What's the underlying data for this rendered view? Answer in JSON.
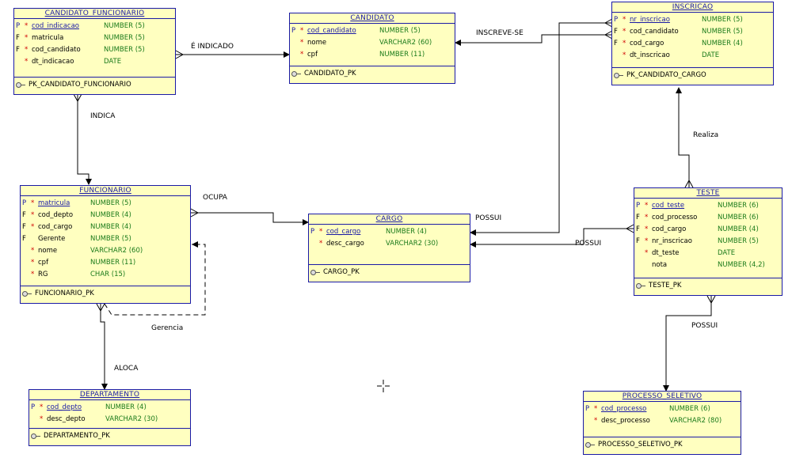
{
  "entities": {
    "candidato_funcionario": {
      "title": "CANDIDATO_FUNCIONARIO",
      "rows": [
        {
          "key": "P",
          "req": "*",
          "name": "cod_indicacao",
          "type": "NUMBER (5)",
          "pk": true
        },
        {
          "key": "F",
          "req": "*",
          "name": "matricula",
          "type": "NUMBER (5)",
          "pk": false
        },
        {
          "key": "F",
          "req": "*",
          "name": "cod_candidato",
          "type": "NUMBER (5)",
          "pk": false
        },
        {
          "key": "",
          "req": "*",
          "name": "dt_indicacao",
          "type": "DATE",
          "pk": false
        }
      ],
      "pk": "PK_CANDIDATO_FUNCIONARIO"
    },
    "candidato": {
      "title": "CANDIDATO",
      "rows": [
        {
          "key": "P",
          "req": "*",
          "name": "cod_candidato",
          "type": "NUMBER (5)",
          "pk": true
        },
        {
          "key": "",
          "req": "*",
          "name": "nome",
          "type": "VARCHAR2 (60)",
          "pk": false
        },
        {
          "key": "",
          "req": "*",
          "name": "cpf",
          "type": "NUMBER (11)",
          "pk": false
        }
      ],
      "pk": "CANDIDATO_PK"
    },
    "inscricao": {
      "title": "INSCRICAO",
      "rows": [
        {
          "key": "P",
          "req": "*",
          "name": "nr_inscricao",
          "type": "NUMBER (5)",
          "pk": true
        },
        {
          "key": "F",
          "req": "*",
          "name": "cod_candidato",
          "type": "NUMBER (5)",
          "pk": false
        },
        {
          "key": "F",
          "req": "*",
          "name": "cod_cargo",
          "type": "NUMBER (4)",
          "pk": false
        },
        {
          "key": "",
          "req": "*",
          "name": "dt_inscricao",
          "type": "DATE",
          "pk": false
        }
      ],
      "pk": "PK_CANDIDATO_CARGO"
    },
    "funcionario": {
      "title": "FUNCIONARIO",
      "rows": [
        {
          "key": "P",
          "req": "*",
          "name": "matricula",
          "type": "NUMBER (5)",
          "pk": true
        },
        {
          "key": "F",
          "req": "*",
          "name": "cod_depto",
          "type": "NUMBER (4)",
          "pk": false
        },
        {
          "key": "F",
          "req": "*",
          "name": "cod_cargo",
          "type": "NUMBER (4)",
          "pk": false
        },
        {
          "key": "F",
          "req": "",
          "name": "Gerente",
          "type": "NUMBER (5)",
          "pk": false
        },
        {
          "key": "",
          "req": "*",
          "name": "nome",
          "type": "VARCHAR2 (60)",
          "pk": false
        },
        {
          "key": "",
          "req": "*",
          "name": "cpf",
          "type": "NUMBER (11)",
          "pk": false
        },
        {
          "key": "",
          "req": "*",
          "name": "RG",
          "type": "CHAR (15)",
          "pk": false
        }
      ],
      "pk": "FUNCIONARIO_PK"
    },
    "cargo": {
      "title": "CARGO",
      "rows": [
        {
          "key": "P",
          "req": "*",
          "name": "cod_cargo",
          "type": "NUMBER (4)",
          "pk": true
        },
        {
          "key": "",
          "req": "*",
          "name": "desc_cargo",
          "type": "VARCHAR2 (30)",
          "pk": false
        }
      ],
      "pk": "CARGO_PK"
    },
    "teste": {
      "title": "TESTE",
      "rows": [
        {
          "key": "P",
          "req": "*",
          "name": "cod_teste",
          "type": "NUMBER (6)",
          "pk": true
        },
        {
          "key": "F",
          "req": "*",
          "name": "cod_processo",
          "type": "NUMBER (6)",
          "pk": false
        },
        {
          "key": "F",
          "req": "*",
          "name": "cod_cargo",
          "type": "NUMBER (4)",
          "pk": false
        },
        {
          "key": "F",
          "req": "*",
          "name": "nr_inscricao",
          "type": "NUMBER (5)",
          "pk": false
        },
        {
          "key": "",
          "req": "*",
          "name": "dt_teste",
          "type": "DATE",
          "pk": false
        },
        {
          "key": "",
          "req": "",
          "name": "nota",
          "type": "NUMBER (4,2)",
          "pk": false
        }
      ],
      "pk": "TESTE_PK"
    },
    "departamento": {
      "title": "DEPARTAMENTO",
      "rows": [
        {
          "key": "P",
          "req": "*",
          "name": "cod_depto",
          "type": "NUMBER (4)",
          "pk": true
        },
        {
          "key": "",
          "req": "*",
          "name": "desc_depto",
          "type": "VARCHAR2 (30)",
          "pk": false
        }
      ],
      "pk": "DEPARTAMENTO_PK"
    },
    "processo_seletivo": {
      "title": "PROCESSO_SELETIVO",
      "rows": [
        {
          "key": "P",
          "req": "*",
          "name": "cod_processo",
          "type": "NUMBER (6)",
          "pk": true
        },
        {
          "key": "",
          "req": "*",
          "name": "desc_processo",
          "type": "VARCHAR2 (80)",
          "pk": false
        }
      ],
      "pk": "PROCESSO_SELETIVO_PK"
    }
  },
  "relationships": {
    "e_indicado": "É INDICADO",
    "indica": "INDICA",
    "inscreve_se": "INSCREVE-SE",
    "realiza": "Realiza",
    "ocupa": "OCUPA",
    "possui_inscricao": "POSSUI",
    "possui_teste": "POSSUI",
    "possui_processo": "POSSUI",
    "gerencia": "Gerencia",
    "aloca": "ALOCA"
  },
  "colors": {
    "entity_fill": "#ffffc0",
    "entity_border": "#1a1aa6",
    "pk_text": "#1a1aa6",
    "mandatory_star": "#d00000",
    "datatype_text": "#1a7a1a",
    "line": "#000000"
  }
}
